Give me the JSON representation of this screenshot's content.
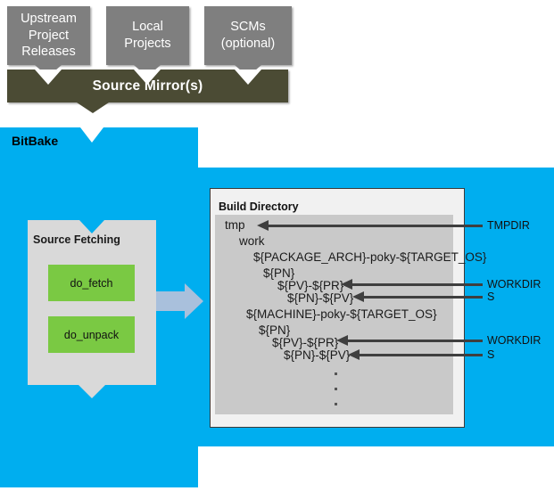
{
  "diagram": {
    "title": "BitBake source fetching and build directory layout",
    "colors": {
      "bitbake_blue": "#00aeef",
      "source_box_grey": "#7f7f7f",
      "mirror_olive": "#4b4b34",
      "task_green": "#7ac943",
      "group_grey": "#d9d9d9",
      "tree_grey": "#c9c9c9",
      "arrow_blue": "#a9c0dc",
      "callout_dark": "#3f3f3f"
    }
  },
  "sources": {
    "boxes": [
      {
        "lines": [
          "Upstream",
          "Project",
          "Releases"
        ]
      },
      {
        "lines": [
          "Local",
          "Projects"
        ]
      },
      {
        "lines": [
          "SCMs",
          "(optional)"
        ]
      }
    ],
    "mirror_label": "Source Mirror(s)"
  },
  "bitbake": {
    "label": "BitBake",
    "fetch_group": {
      "title": "Source Fetching",
      "tasks": [
        {
          "label": "do_fetch"
        },
        {
          "label": "do_unpack"
        }
      ]
    }
  },
  "build_directory": {
    "title": "Build Directory",
    "tree": [
      {
        "text": "tmp",
        "indent": 0
      },
      {
        "text": "work",
        "indent": 1
      },
      {
        "text": "${PACKAGE_ARCH}-poky-${TARGET_OS}",
        "indent": 2
      },
      {
        "text": "${PN}",
        "indent": 3
      },
      {
        "text": "${PV}-${PR}",
        "indent": 4
      },
      {
        "text": "${PN}-${PV}",
        "indent": 5
      },
      {
        "text": "${MACHINE}-poky-${TARGET_OS}",
        "indent": 2
      },
      {
        "text": "${PN}",
        "indent": 3
      },
      {
        "text": "${PV}-${PR}",
        "indent": 4
      },
      {
        "text": "${PN}-${PV}",
        "indent": 5
      }
    ],
    "ellipsis_dots": 3
  },
  "callouts": [
    {
      "label": "TMPDIR",
      "target": "tmp"
    },
    {
      "label": "WORKDIR",
      "target": "${PV}-${PR}"
    },
    {
      "label": "S",
      "target": "${PN}-${PV}"
    },
    {
      "label": "WORKDIR",
      "target": "${PV}-${PR}"
    },
    {
      "label": "S",
      "target": "${PN}-${PV}"
    }
  ]
}
